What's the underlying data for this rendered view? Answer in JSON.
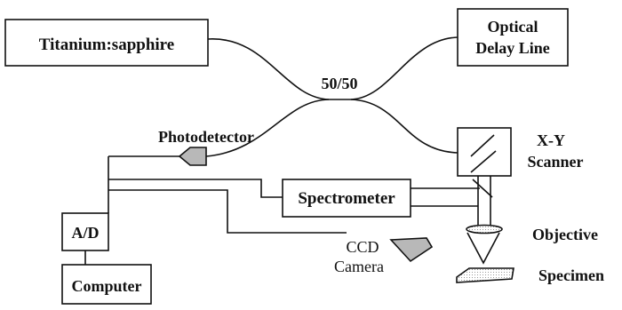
{
  "labels": {
    "laser": "Titanium:sapphire",
    "delay_line_1": "Optical",
    "delay_line_2": "Delay Line",
    "coupler": "50/50",
    "photodetector": "Photodetector",
    "scanner_1": "X-Y",
    "scanner_2": "Scanner",
    "spectrometer": "Spectrometer",
    "adc": "A/D",
    "computer": "Computer",
    "ccd_1": "CCD",
    "ccd_2": "Camera",
    "objective": "Objective",
    "specimen": "Specimen"
  },
  "colors": {
    "ink": "#111111",
    "box_fill": "#ffffff",
    "detector_fill": "#b8b8b8"
  }
}
